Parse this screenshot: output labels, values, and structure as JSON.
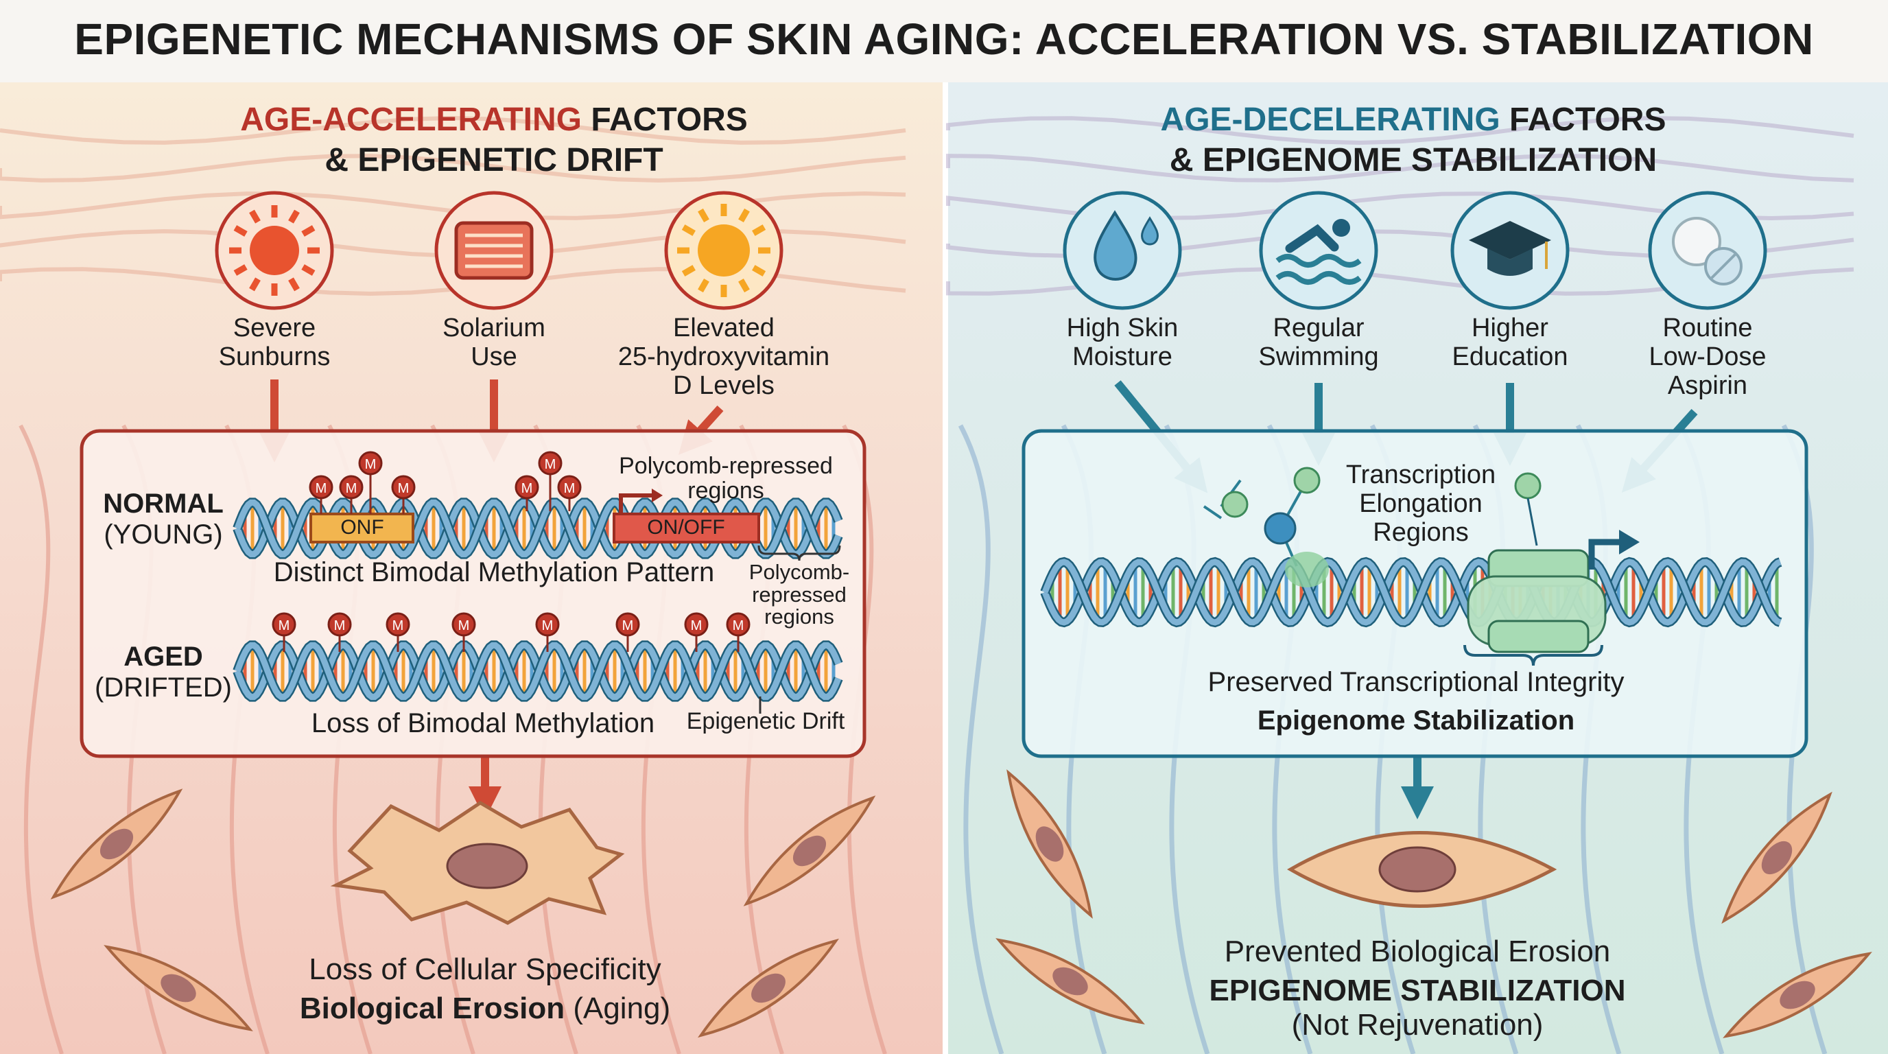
{
  "title": "EPIGENETIC MECHANISMS OF SKIN AGING: ACCELERATION VS. STABILIZATION",
  "colors": {
    "accelerating": "#b8342a",
    "decelerating": "#1f6f8b",
    "arrow_red": "#cf4a35",
    "arrow_teal": "#2a7f95"
  },
  "left": {
    "header_highlight": "AGE-ACCELERATING",
    "header_rest": " FACTORS",
    "header_line2": "& EPIGENETIC DRIFT",
    "factors": [
      {
        "icon": "sunburn-icon",
        "line1": "Severe",
        "line2": "Sunburns"
      },
      {
        "icon": "solarium-icon",
        "line1": "Solarium",
        "line2": "Use"
      },
      {
        "icon": "sun-vitamin-d-icon",
        "line1": "Elevated",
        "line2": "25-hydroxyvitamin",
        "line3": "D Levels"
      }
    ],
    "normal_label": "NORMAL",
    "normal_sub": "(YOUNG)",
    "onf_label": "ONF",
    "onoff_label": "ON/OFF",
    "methyl_mark": "M",
    "polycomb_top_1": "Polycomb-repressed",
    "polycomb_top_2": "regions",
    "distinct_pattern": "Distinct Bimodal Methylation Pattern",
    "polycomb_side_1": "Polycomb-",
    "polycomb_side_2": "repressed",
    "polycomb_side_3": "regions",
    "aged_label": "AGED",
    "aged_sub": "(DRIFTED)",
    "loss_bimodal": "Loss of Bimodal Methylation",
    "epigenetic_drift": "Epigenetic Drift",
    "outcome_1": "Loss of Cellular Specificity",
    "outcome_2_bold": "Biological Erosion",
    "outcome_2_rest": " (Aging)"
  },
  "right": {
    "header_highlight": "AGE-DECELERATING",
    "header_rest": " FACTORS",
    "header_line2": "& EPIGENOME STABILIZATION",
    "factors": [
      {
        "icon": "water-drop-icon",
        "line1": "High Skin",
        "line2": "Moisture"
      },
      {
        "icon": "swimming-icon",
        "line1": "Regular",
        "line2": "Swimming"
      },
      {
        "icon": "graduation-cap-icon",
        "line1": "Higher",
        "line2": "Education"
      },
      {
        "icon": "pills-icon",
        "line1": "Routine",
        "line2": "Low-Dose",
        "line3": "Aspirin"
      }
    ],
    "transcription_1": "Transcription",
    "transcription_2": "Elongation",
    "transcription_3": "Regions",
    "preserved": "Preserved Transcriptional Integrity",
    "stabilization": "Epigenome Stabilization",
    "outcome_1": "Prevented Biological Erosion",
    "outcome_2": "EPIGENOME STABILIZATION",
    "outcome_3": "(Not Rejuvenation)"
  }
}
